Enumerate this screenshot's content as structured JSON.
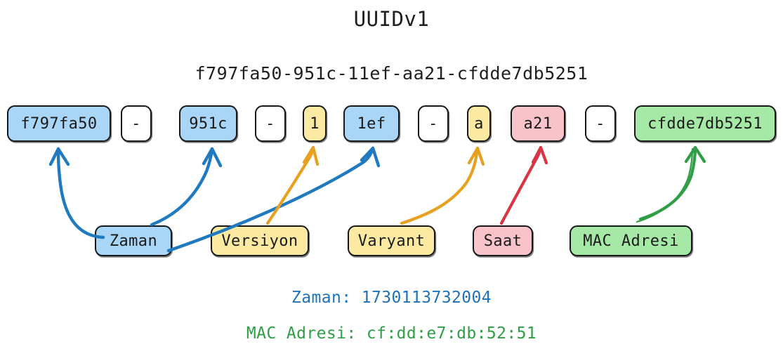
{
  "title": "UUIDv1",
  "uuid_string": "f797fa50-951c-11ef-aa21-cfdde7db5251",
  "colors": {
    "background": "#ffffff",
    "outline": "#17181a",
    "blue_fill": "#a9d5f7",
    "yellow_fill": "#fce9a2",
    "pink_fill": "#f9c3ca",
    "green_fill": "#a6e9a7",
    "white_fill": "#ffffff",
    "blue_arrow": "#1f7ac0",
    "orange_arrow": "#e8a020",
    "red_arrow": "#d93544",
    "green_arrow": "#2f9e46",
    "blue_text": "#1f72b8",
    "green_text": "#2f9e46"
  },
  "segments": [
    {
      "label": "f797fa50",
      "fill": "blue"
    },
    {
      "label": "-",
      "fill": "white"
    },
    {
      "label": "951c",
      "fill": "blue"
    },
    {
      "label": "-",
      "fill": "white"
    },
    {
      "label": "1",
      "fill": "yellow"
    },
    {
      "label": "1ef",
      "fill": "blue"
    },
    {
      "label": "-",
      "fill": "white"
    },
    {
      "label": "a",
      "fill": "yellow"
    },
    {
      "label": "a21",
      "fill": "pink"
    },
    {
      "label": "-",
      "fill": "white"
    },
    {
      "label": "cfdde7db5251",
      "fill": "green"
    }
  ],
  "legend": [
    {
      "label": "Zaman",
      "fill": "blue"
    },
    {
      "label": "Versiyon",
      "fill": "yellow"
    },
    {
      "label": "Varyant",
      "fill": "yellow"
    },
    {
      "label": "Saat",
      "fill": "pink"
    },
    {
      "label": "MAC Adresi",
      "fill": "green"
    }
  ],
  "footer": {
    "zaman": "Zaman: 1730113732004",
    "mac": "MAC Adresi: cf:dd:e7:db:52:51"
  }
}
